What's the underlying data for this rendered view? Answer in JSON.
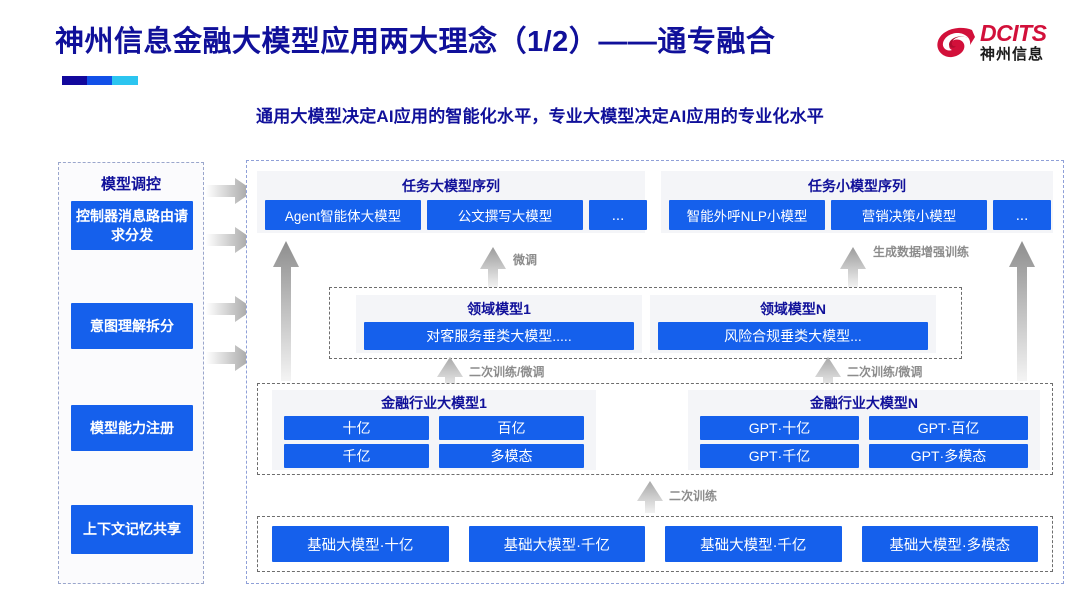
{
  "header": {
    "title": "神州信息金融大模型应用两大理念（1/2）——通专融合",
    "subtitle": "通用大模型决定AI应用的智能化水平，专业大模型决定AI应用的专业化水平",
    "logo": {
      "brand": "DCITS",
      "brand_cn": "神州信息"
    },
    "accent_colors": [
      "#12089c",
      "#1250e8",
      "#2cc5f0"
    ],
    "title_color": "#10109a"
  },
  "theme": {
    "chip_blue": "#1560ec",
    "card_gray": "#f4f5f8",
    "arrow_gray": "#9c9c9c",
    "label_gray": "#8c8c8c"
  },
  "left_panel": {
    "title": "模型调控",
    "items": [
      {
        "label": "控制器消息路由请求分发"
      },
      {
        "label": "意图理解拆分"
      },
      {
        "label": "模型能力注册"
      },
      {
        "label": "上下文记忆共享"
      }
    ]
  },
  "diagram": {
    "task_sequences": [
      {
        "title": "任务大模型序列",
        "chips": [
          "Agent智能体大模型",
          "公文撰写大模型",
          "..."
        ]
      },
      {
        "title": "任务小模型序列",
        "chips": [
          "智能外呼NLP小模型",
          "营销决策小模型",
          "..."
        ]
      }
    ],
    "domain_models": [
      {
        "title": "领域模型1",
        "chip": "对客服务垂类大模型....."
      },
      {
        "title": "领域模型N",
        "chip": "风险合规垂类大模型..."
      }
    ],
    "industry_models": [
      {
        "title": "金融行业大模型1",
        "chips": [
          "十亿",
          "百亿",
          "千亿",
          "多模态"
        ]
      },
      {
        "title": "金融行业大模型N",
        "chips": [
          "GPT·十亿",
          "GPT·百亿",
          "GPT·千亿",
          "GPT·多模态"
        ]
      }
    ],
    "base_models": [
      "基础大模型·十亿",
      "基础大模型·千亿",
      "基础大模型·千亿",
      "基础大模型·多模态"
    ],
    "flow_labels": {
      "finetune": "微调",
      "data_aug": "生成数据增强训练",
      "retrain_finetune_left": "二次训练/微调",
      "retrain_finetune_right": "二次训练/微调",
      "retrain": "二次训练"
    }
  }
}
